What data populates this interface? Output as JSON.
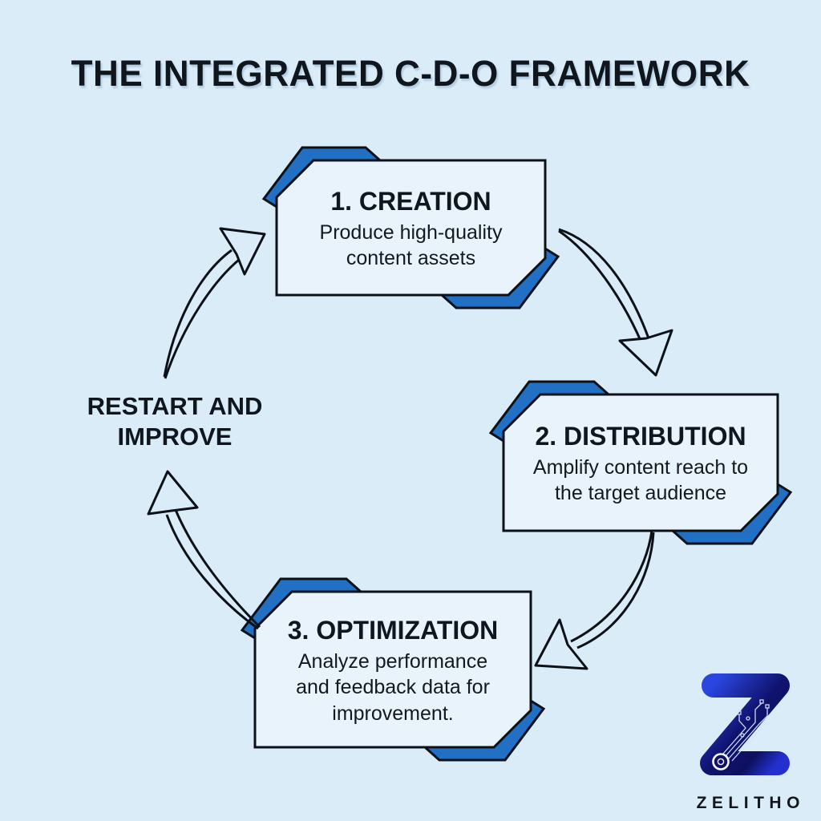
{
  "title": "THE INTEGRATED C-D-O FRAMEWORK",
  "steps": [
    {
      "heading": "1. CREATION",
      "body": "Produce high-quality content assets"
    },
    {
      "heading": "2. DISTRIBUTION",
      "body": "Amplify content reach to the target audience"
    },
    {
      "heading": "3. OPTIMIZATION",
      "body": "Analyze performance and feedback data for improvement."
    }
  ],
  "cycle_label": {
    "line1": "RESTART AND",
    "line2": "IMPROVE"
  },
  "brand": {
    "name": "ZELITHO"
  },
  "colors": {
    "background": "#daecf8",
    "box_fill": "#e9f3fb",
    "accent_blue": "#2170c3",
    "outline": "#0c1118",
    "text": "#10161e",
    "logo_gradient_start": "#2b46e0",
    "logo_gradient_mid": "#10136e",
    "logo_gradient_end": "#2330ce",
    "circuit_line": "#d6e4ff"
  }
}
